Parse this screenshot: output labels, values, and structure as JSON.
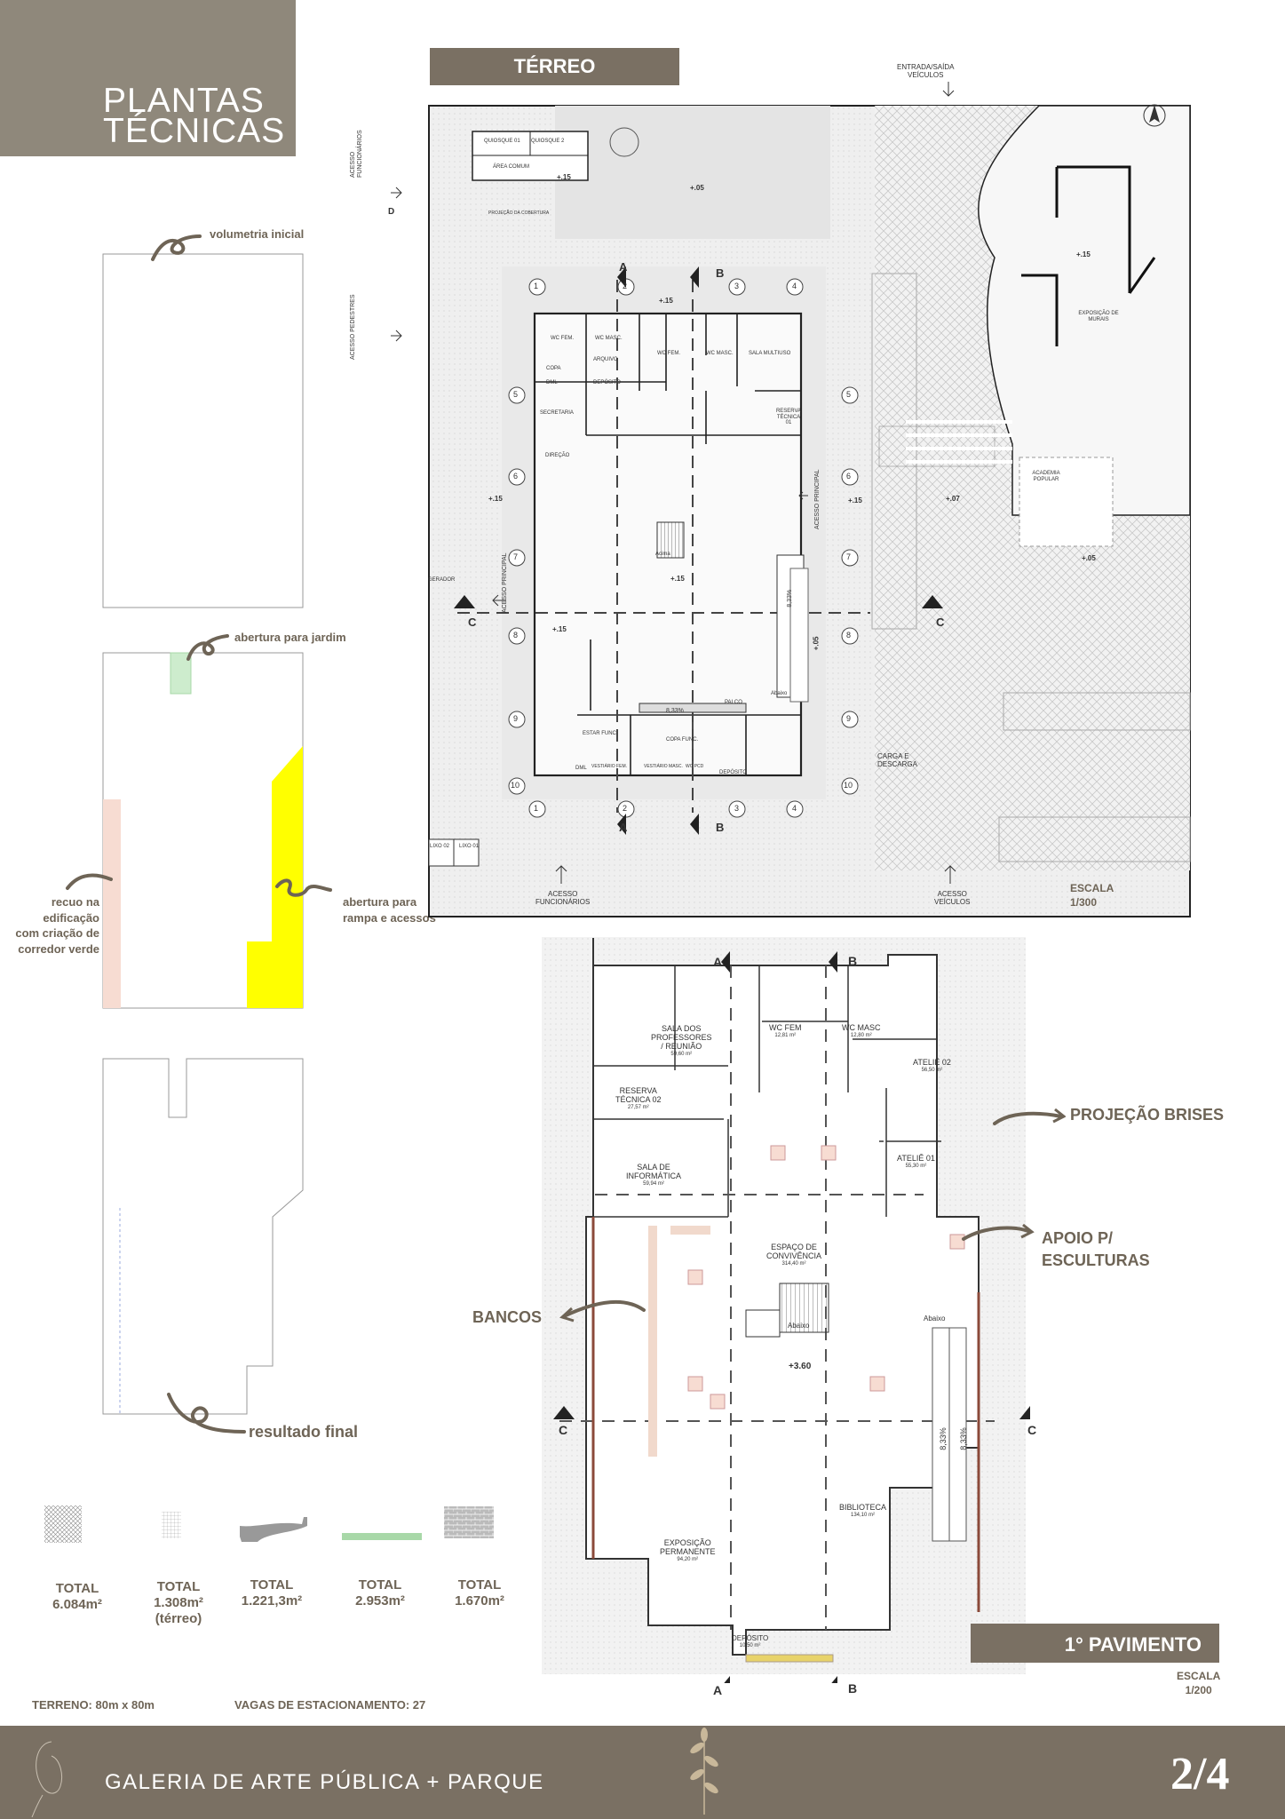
{
  "title": {
    "line1": "PLANTAS",
    "line2": "TÉCNICAS"
  },
  "footer": {
    "project": "GALERIA DE ARTE PÚBLICA + PARQUE",
    "page": "2/4"
  },
  "diagram_notes": {
    "volumetria": "volumetria inicial",
    "jardim": "abertura para jardim",
    "recuo": [
      "recuo na",
      "edificação",
      "com criação de",
      "corredor verde"
    ],
    "rampa": [
      "abertura para",
      "rampa e acessos"
    ],
    "resultado": "resultado final"
  },
  "legend": [
    {
      "line1": "TOTAL",
      "line2": "6.084m²",
      "line3": ""
    },
    {
      "line1": "TOTAL",
      "line2": "1.308m²",
      "line3": "(térreo)"
    },
    {
      "line1": "TOTAL",
      "line2": "1.221,3m²",
      "line3": ""
    },
    {
      "line1": "TOTAL",
      "line2": "2.953m²",
      "line3": ""
    },
    {
      "line1": "TOTAL",
      "line2": "1.670m²",
      "line3": ""
    }
  ],
  "terrain": "TERRENO: 80m x 80m",
  "parking": "VAGAS DE ESTACIONAMENTO: 27",
  "ground": {
    "title": "TÉRREO",
    "scale": [
      "ESCALA",
      "1/300"
    ],
    "entrada_saida": [
      "ENTRADA/SAÍDA",
      "VEÍCULOS"
    ],
    "acesso_funcionarios_bottom": [
      "ACESSO",
      "FUNCIONÁRIOS"
    ],
    "acesso_veiculos": [
      "ACESSO",
      "VEÍCULOS"
    ],
    "acesso_funcionarios_side": "ACESSO FUNCIONÁRIOS",
    "acesso_pedestres": "ACESSO PEDESTRES",
    "acesso_principal_left": "ACESSO PRINCIPAL",
    "acesso_principal_right": "ACESSO PRINCIPAL",
    "carga": [
      "CARGA E",
      "DESCARGA"
    ],
    "levels": [
      "+.05",
      "+.15",
      "+.15",
      "+.15",
      "+.15",
      "+.15",
      "+.15",
      "+.07",
      "+.05",
      "+.05",
      "+.15"
    ],
    "rooms": {
      "quiosque1": "QUIOSQUE 01",
      "quiosque2": "QUIOSQUE 2",
      "area_comum": "ÁREA COMUM",
      "projecao": "PROJEÇÃO DA COBERTURA",
      "wc_fem": "WC FEM.",
      "wc_masc": "WC MASC.",
      "copa": "COPA",
      "arquivo": "ARQUIVO",
      "dml": "DML",
      "deposito": "DEPÓSITO",
      "secretaria": "SECRETARIA",
      "direcao": "DIREÇÃO",
      "wc_fem2": "WC FEM.",
      "wc_masc2": "WC MASC.",
      "sala_multiuso": "SALA MULTIUSO",
      "reserva": "RESERVA TÉCNICA 01",
      "palco": "PALCO",
      "estar_func": "ESTAR FUNC.",
      "copa_func": "COPA FUNC.",
      "vestiario_fem": "VESTIÁRIO FEM.",
      "vestiario_masc": "VESTIÁRIO MASC.",
      "wc_pcd": "WC PCD",
      "deposito2": "DEPÓSITO",
      "dml2": "DML",
      "exposicao_murais": "EXPOSIÇÃO DE MURAIS",
      "academia": "ACADEMIA POPULAR",
      "lixo1": "LIXO 01",
      "lixo2": "LIXO 02",
      "gerador": "GERADOR"
    },
    "ramp1": "8,33%",
    "ramp2": "8,33%",
    "acima": "Acima",
    "abaixo": "Abaixo",
    "grid_rows": [
      "1",
      "2",
      "3",
      "4",
      "5",
      "6",
      "7",
      "8",
      "9",
      "10"
    ],
    "cuts": {
      "a": "A",
      "b": "B",
      "c": "C",
      "d": "D"
    }
  },
  "upper": {
    "title": "1° PAVIMENTO",
    "scale": [
      "ESCALA",
      "1/200"
    ],
    "rooms": {
      "professores": [
        "SALA DOS",
        "PROFESSORES",
        "/ REUNIÃO"
      ],
      "professores_area": "59,60 m²",
      "wc_fem": "WC FEM",
      "wc_fem_area": "12,81 m²",
      "wc_masc": "WC MASC",
      "wc_masc_area": "12,80 m²",
      "atelie02": "ATELIÊ 02",
      "atelie02_area": "56,50 m²",
      "reserva": [
        "RESERVA",
        "TÉCNICA 02"
      ],
      "reserva_area": "27,57 m²",
      "informatica": [
        "SALA DE",
        "INFORMÁTICA"
      ],
      "informatica_area": "59,94 m²",
      "atelie01": "ATELIÊ 01",
      "atelie01_area": "55,30 m²",
      "convivencia": [
        "ESPAÇO DE",
        "CONVIVÊNCIA"
      ],
      "convivencia_area": "314,40 m²",
      "abaixo": "Abaixo",
      "abaixo2": "Abaixo",
      "level": "+3.60",
      "exposicao": [
        "EXPOSIÇÃO",
        "PERMANENTE"
      ],
      "exposicao_area": "94,20 m²",
      "biblioteca": "BIBLIOTECA",
      "biblioteca_area": "134,10 m²",
      "deposito": "DEPÓSITO",
      "deposito_area": "10,50 m²",
      "ramp1": "8,33%",
      "ramp2": "8,33%"
    },
    "annotations": {
      "brises": "PROJEÇÃO BRISES",
      "apoio": [
        "APOIO P/",
        "ESCULTURAS"
      ],
      "bancos": "BANCOS"
    },
    "cuts": {
      "a": "A",
      "b": "B",
      "c": "C"
    }
  },
  "colors": {
    "brand": "#7a7063",
    "title_bg": "#8f887b",
    "yellow": "#ffff00",
    "green": "#a8d8a8",
    "pink": "#f7dcd2"
  }
}
